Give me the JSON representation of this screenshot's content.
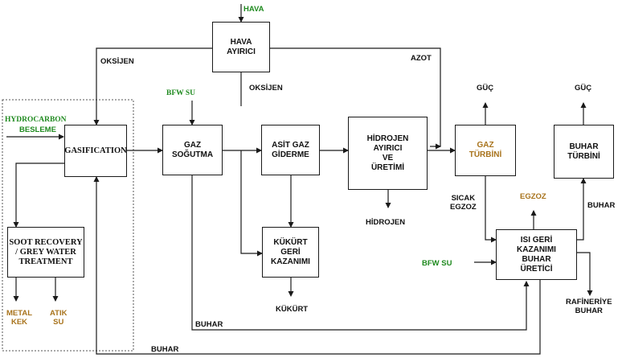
{
  "colors": {
    "line": "#1a1a1a",
    "input_green": "#1f8a1f",
    "output_brown": "#a8731c",
    "dotted_frame": "#555555"
  },
  "boxes": {
    "hava_ayirici": "HAVA\nAYIRICI",
    "gasification": "GASIFICATION",
    "gaz_sogutma": "GAZ\nSOĞUTMA",
    "asit_gaz_giderme": "ASİT GAZ\nGİDERME",
    "hidrojen_ayirici": "HİDROJEN\nAYIRICI\nVE\nÜRETİMİ",
    "gaz_turbini_top": "GAZ",
    "gaz_turbini_bottom": "TÜRBİNİ",
    "buhar_turbini": "BUHAR\nTÜRBİNİ",
    "soot_recovery": "SOOT RECOVERY\n/ GREY WATER\nTREATMENT",
    "kukurt_geri_kazanimi": "KÜKÜRT\nGERİ\nKAZANIMI",
    "isi_geri_kazanimi": "ISI GERİ\nKAZANIMI\nBUHAR\nÜRETİCİ"
  },
  "labels": {
    "hava": "HAVA",
    "oksijen_left": "OKSİJEN",
    "oksijen_mid": "OKSİJEN",
    "azot": "AZOT",
    "bfw_su_top": "BFW  SU",
    "hydrocarbon": "HYDROCARBON",
    "besleme": "BESLEME",
    "guc_gas": "GÜÇ",
    "guc_steam": "GÜÇ",
    "hidrojen": "HİDROJEN",
    "sicak_egzoz": "SICAK\nEGZOZ",
    "egzoz": "EGZOZ",
    "buhar_right": "BUHAR",
    "bfw_su_bottom": "BFW SU",
    "kukurt": "KÜKÜRT",
    "metal_kek": "METAL\nKEK",
    "atik_su": "ATIK\nSU",
    "rafineriye_buhar": "RAFİNERİYE\nBUHAR",
    "buhar_mid": "BUHAR",
    "buhar_bottom": "BUHAR"
  }
}
